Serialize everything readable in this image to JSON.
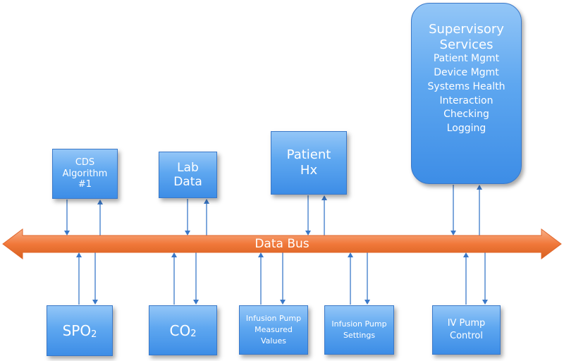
{
  "colors": {
    "box_fill": "#5ea7f0",
    "box_border": "#3a78c8",
    "bus_fill": "#f1783a",
    "arrow": "#3a78c8"
  },
  "data_bus": {
    "label": "Data Bus"
  },
  "top_boxes": {
    "cds": {
      "lines": [
        "CDS",
        "Algorithm",
        "#1"
      ]
    },
    "lab": {
      "lines": [
        "Lab",
        "Data"
      ]
    },
    "patient": {
      "lines": [
        "Patient",
        "Hx"
      ]
    },
    "supervisory": {
      "title_lines": [
        "Supervisory",
        "Services"
      ],
      "items": [
        "Patient Mgmt",
        "Device Mgmt",
        "Systems Health",
        "Interaction",
        "Checking",
        "Logging"
      ]
    }
  },
  "bottom_boxes": {
    "spo2": {
      "main": "SPO",
      "sub": "2"
    },
    "co2": {
      "main": "CO",
      "sub": "2"
    },
    "infusion_measured": {
      "lines": [
        "Infusion Pump",
        "Measured",
        "Values"
      ]
    },
    "infusion_settings": {
      "lines": [
        "Infusion Pump",
        "Settings"
      ]
    },
    "iv_pump": {
      "lines": [
        "IV Pump",
        "Control"
      ]
    }
  }
}
